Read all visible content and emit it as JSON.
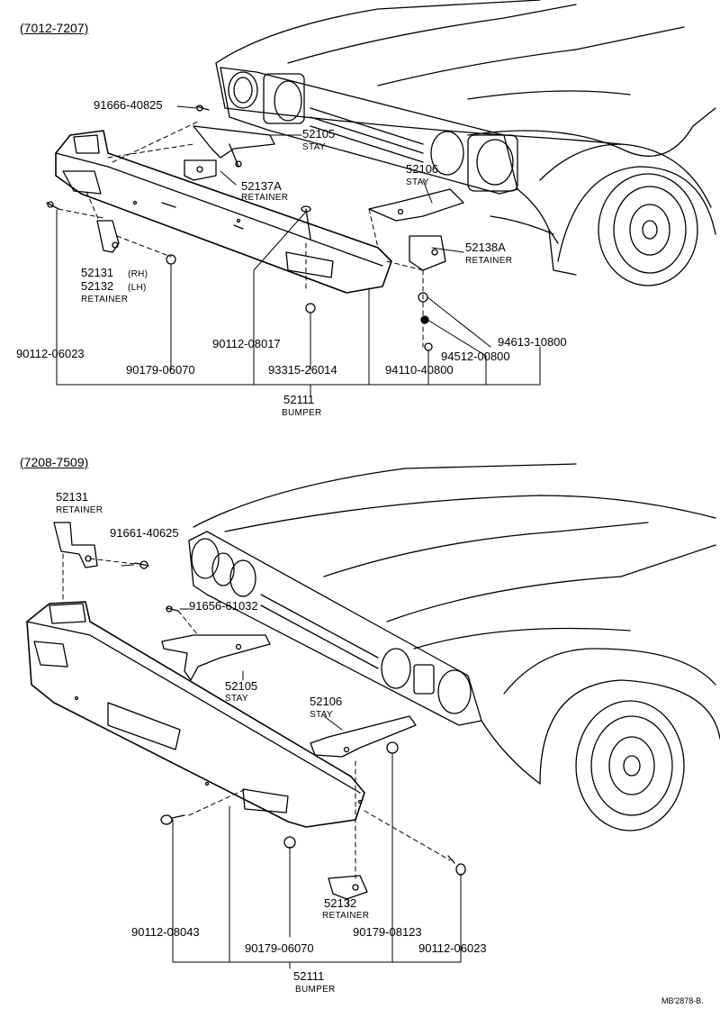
{
  "sections": {
    "top": {
      "range": "(7012-7207)"
    },
    "bottom": {
      "range": "(7208-7509)"
    }
  },
  "top_parts": {
    "p1": "91666-40825",
    "p2": "52105",
    "p2s": "STAY",
    "p3": "52106",
    "p3s": "STAY",
    "p4": "52137A",
    "p4s": "RETAINER",
    "p5": "52138A",
    "p5s": "RETAINER",
    "p6": "52131",
    "p6s": "(RH)",
    "p7": "52132",
    "p7s": "(LH)",
    "p7r": "RETAINER",
    "p8": "90112-06023",
    "p9": "90179-06070",
    "p10": "90112-08017",
    "p11": "93315-26014",
    "p12": "94613-10800",
    "p13": "94512-00800",
    "p14": "94110-40800",
    "p15": "52111",
    "p15s": "BUMPER"
  },
  "bottom_parts": {
    "p1": "52131",
    "p1s": "RETAINER",
    "p2": "91661-40625",
    "p3": "91656-61032",
    "p4": "52105",
    "p4s": "STAY",
    "p5": "52106",
    "p5s": "STAY",
    "p6": "52132",
    "p6s": "RETAINER",
    "p7": "90112-08043",
    "p8": "90179-08123",
    "p9": "90179-06070",
    "p10": "90112-06023",
    "p11": "52111",
    "p11s": "BUMPER"
  },
  "footer": {
    "code": "MB'2878-B."
  }
}
